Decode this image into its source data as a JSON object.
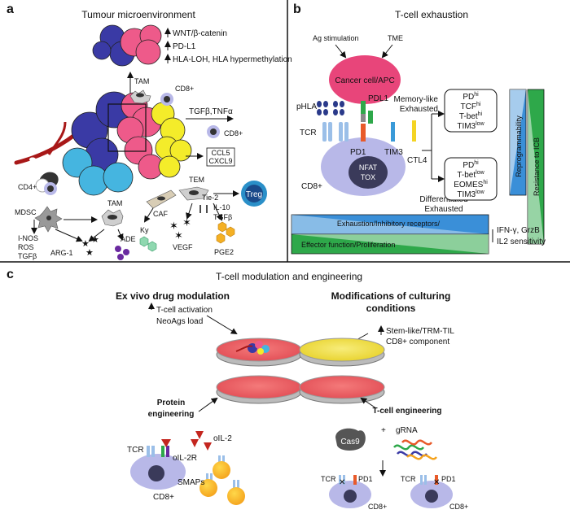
{
  "panel_a": {
    "letter": "a",
    "title": "Tumour microenvironment",
    "tumour_features": [
      "WNT/β-catenin",
      "PD-L1",
      "HLA-LOH, HLA hypermethylation"
    ],
    "cells": {
      "tam_top": "TAM",
      "cd8_top": "CD8+",
      "cd8_right": "CD8+",
      "cd4": "CD4+",
      "mdsc": "MDSC",
      "tam_bottom": "TAM",
      "caf": "CAF",
      "tem": "TEM",
      "tie2": "Tie-2",
      "treg": "Treg"
    },
    "factors": {
      "tgfb_tnfa": "TGFβ,TNFα",
      "chemokines": [
        "CCL5",
        "CXCL9"
      ],
      "il10_tgfb": [
        "IL-10",
        "TGFβ"
      ],
      "mdsc_factors": [
        "I-NOS",
        "ROS",
        "TGFβ"
      ],
      "arg1": "ARG-1",
      "ade": "ADE",
      "ky": "Ky",
      "vegf": "VEGF",
      "pge2": "PGE2"
    }
  },
  "panel_b": {
    "letter": "b",
    "title": "T-cell exhaustion",
    "ag_stimulation": "Ag stimulation",
    "tme": "TME",
    "cancer_cell": "Cancer cell/APC",
    "pdl1": "PDL1",
    "phla": "pHLA",
    "tcr": "TCR",
    "pd1": "PD1",
    "tim3": "TIM3",
    "ctl4": "CTL4",
    "nfat": "NFAT",
    "tox": "TOX",
    "cd8": "CD8+",
    "memory_label": [
      "Memory-like",
      "Exhausted"
    ],
    "differentiated_label": [
      "Differentiated",
      "Exhausted"
    ],
    "memory_box": [
      {
        "base": "PD",
        "sup": "hi"
      },
      {
        "base": "TCF",
        "sup": "hi"
      },
      {
        "base": "T-bet",
        "sup": "hi"
      },
      {
        "base": "TIM3",
        "sup": "low"
      }
    ],
    "differentiated_box": [
      {
        "base": "PD",
        "sup": "hi"
      },
      {
        "base": "T-bet",
        "sup": "low"
      },
      {
        "base": "EOMES",
        "sup": "hi"
      },
      {
        "base": "TIM3",
        "sup": "low"
      }
    ],
    "reprogrammability": "Reprogrammability",
    "resistance": "Resistance to ICB",
    "exhaustion_bar": "Exhaustion/Inhibitory receptors/",
    "effector_bar": "Effector function/Proliferation",
    "ifn": "IFN-γ, GrzB",
    "il2": "IL2 sensitivity",
    "colors": {
      "blue_bar": "#3a8fd8",
      "green_bar": "#2ea84a",
      "cancer": "#e8457a"
    }
  },
  "panel_c": {
    "letter": "c",
    "title": "T-cell modulation and engineering",
    "ex_vivo": "Ex vivo drug modulation",
    "ex_vivo_notes": [
      "T-cell activation",
      "NeoAgs load"
    ],
    "culturing": [
      "Modifications of culturing",
      "conditions"
    ],
    "culturing_notes": [
      "Stem-like/TRM-TIL",
      "CD8+ component"
    ],
    "protein": [
      "Protein",
      "engineering"
    ],
    "tcell_eng": "T-cell engineering",
    "tcr": "TCR",
    "oil2": "oIL-2",
    "oil2r": "oIL-2R",
    "cd8": "CD8+",
    "smaps": "SMAPs",
    "cas9": "Cas9",
    "grna": "gRNA",
    "pd1": "PD1",
    "plus": "+"
  }
}
